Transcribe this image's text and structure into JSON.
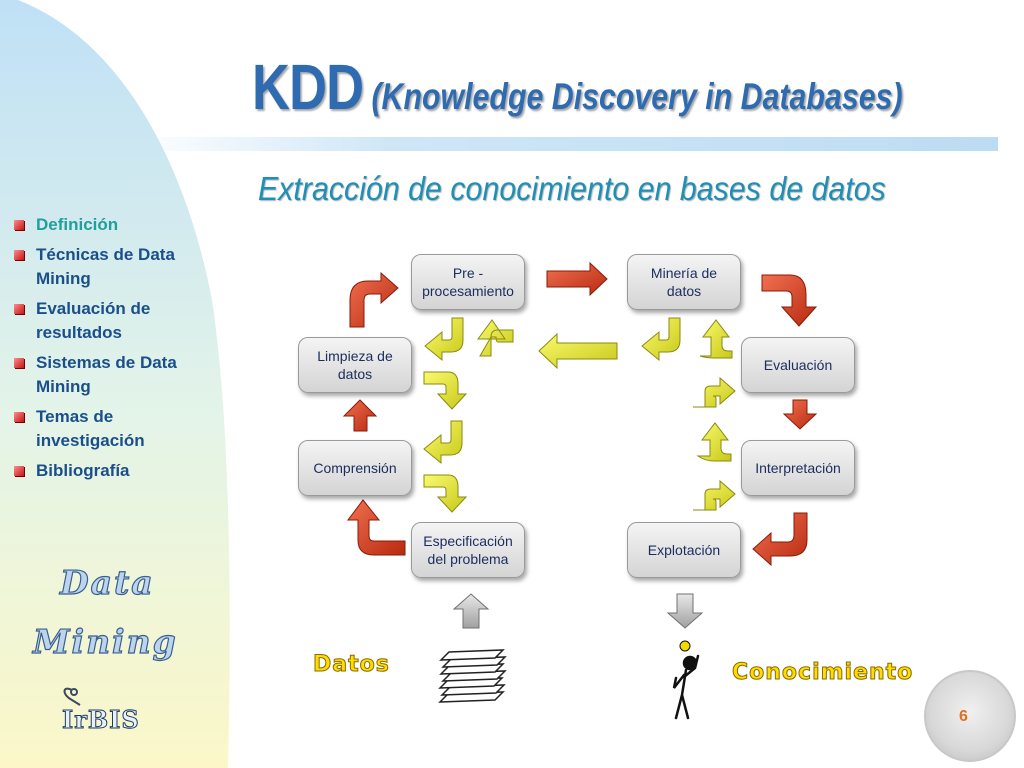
{
  "header": {
    "title_main": "KDD",
    "title_paren": "(Knowledge Discovery in Databases)",
    "subtitle": "Extracción de conocimiento en bases de datos"
  },
  "sidebar": {
    "items": [
      {
        "label": "Definición",
        "active": true
      },
      {
        "label": "Técnicas de Data Mining",
        "active": false
      },
      {
        "label": "Evaluación de resultados",
        "active": false
      },
      {
        "label": "Sistemas de Data Mining",
        "active": false
      },
      {
        "label": "Temas de investigación",
        "active": false
      },
      {
        "label": "Bibliografía",
        "active": false
      }
    ],
    "wordmark_line1": "Data",
    "wordmark_line2": "Mining",
    "logo": "IrBIS"
  },
  "diagram": {
    "nodes": {
      "preprocesamiento": "Pre - procesamiento",
      "mineria": "Minería de datos",
      "limpieza": "Limpieza de datos",
      "evaluacion": "Evaluación",
      "comprension": "Comprensión",
      "interpretacion": "Interpretación",
      "especificacion": "Especificación del problema",
      "explotacion": "Explotación"
    },
    "input_label": "Datos",
    "output_label": "Conocimiento"
  },
  "footer": {
    "page_number": "6"
  },
  "colors": {
    "title": "#2e6bb0",
    "subtitle": "#1d8fb8",
    "nav_active": "#1fa09a",
    "nav_text": "#1a4f8a",
    "arrow_red": "#d94a2a",
    "arrow_yellow": "#e8e830",
    "label_yellow": "#ffdd00"
  }
}
